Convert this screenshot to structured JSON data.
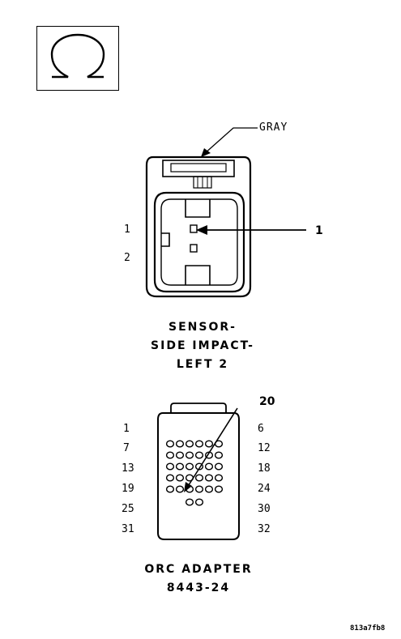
{
  "ohm_symbol": "Ω",
  "wire_color_label": "GRAY",
  "sensor_connector": {
    "pin_labels": [
      "1",
      "2"
    ],
    "callout": "1",
    "title_lines": [
      "SENSOR-",
      "SIDE IMPACT-",
      "LEFT 2"
    ]
  },
  "orc_adapter": {
    "left_pin_labels": [
      "1",
      "7",
      "13",
      "19",
      "25",
      "31"
    ],
    "right_pin_labels": [
      "6",
      "12",
      "18",
      "24",
      "30",
      "32"
    ],
    "callout": "20",
    "title_lines": [
      "ORC ADAPTER",
      "8443-24"
    ]
  },
  "figure_code": "813a7fb8"
}
